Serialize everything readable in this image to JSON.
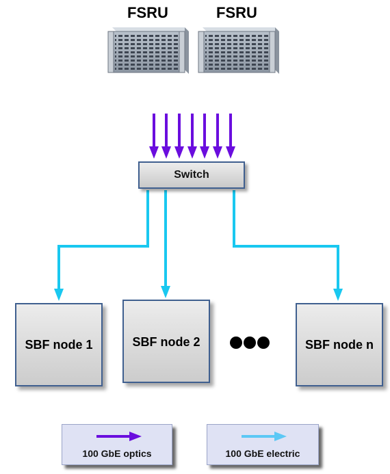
{
  "fsru": [
    {
      "label": "FSRU"
    },
    {
      "label": "FSRU"
    }
  ],
  "switch": {
    "label": "Switch"
  },
  "nodes": [
    {
      "label": "SBF node 1"
    },
    {
      "label": "SBF node 2"
    },
    {
      "label": "SBF node n"
    }
  ],
  "legend": {
    "optics": {
      "label": "100 GbE optics",
      "color": "#6a0dde"
    },
    "electric": {
      "label": "100 GbE electric",
      "color": "#5cc8f5"
    }
  },
  "colors": {
    "optics_arrow": "#6a0dde",
    "electric_line": "#19c8f0",
    "box_border": "#3f5f8f"
  }
}
